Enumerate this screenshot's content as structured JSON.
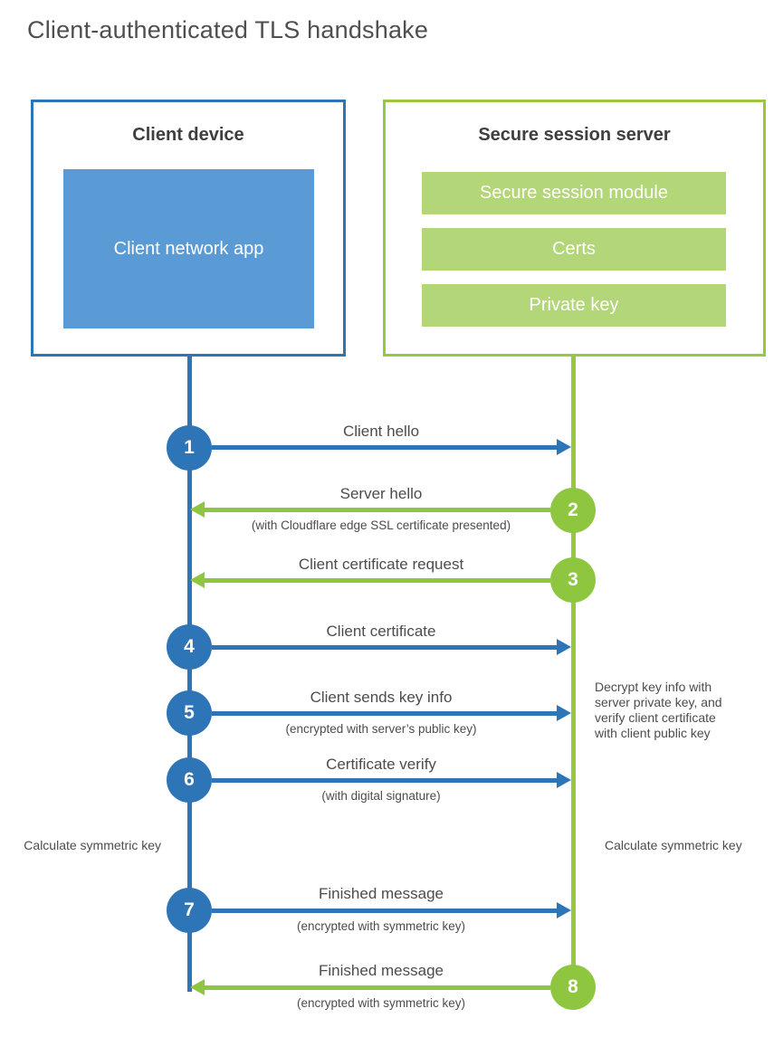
{
  "title": "Client-authenticated TLS handshake",
  "colors": {
    "blue": "#2e75b8",
    "blue_fill": "#5b9bd5",
    "green": "#8fc640",
    "green_fill": "#b2d678",
    "text": "#4b4c4e"
  },
  "client_box": {
    "title": "Client device",
    "app_label": "Client network app"
  },
  "server_box": {
    "title": "Secure session server",
    "modules": [
      "Secure session module",
      "Certs",
      "Private key"
    ]
  },
  "steps": [
    {
      "num": "1",
      "label": "Client hello",
      "sub": "",
      "direction": "client-to-server"
    },
    {
      "num": "2",
      "label": "Server hello",
      "sub": "(with Cloudflare edge SSL certificate presented)",
      "direction": "server-to-client"
    },
    {
      "num": "3",
      "label": "Client certificate request",
      "sub": "",
      "direction": "server-to-client"
    },
    {
      "num": "4",
      "label": "Client certificate",
      "sub": "",
      "direction": "client-to-server"
    },
    {
      "num": "5",
      "label": "Client sends key info",
      "sub": "(encrypted with server’s public key)",
      "direction": "client-to-server"
    },
    {
      "num": "6",
      "label": "Certificate verify",
      "sub": "(with digital signature)",
      "direction": "client-to-server"
    },
    {
      "num": "7",
      "label": "Finished message",
      "sub": "(encrypted with symmetric key)",
      "direction": "client-to-server"
    },
    {
      "num": "8",
      "label": "Finished message",
      "sub": "(encrypted with symmetric key)",
      "direction": "server-to-client"
    }
  ],
  "annotations": {
    "server_process": "Decrypt key info with server private key, and verify client certificate with client public key",
    "calc_left": "Calculate symmetric key",
    "calc_right": "Calculate symmetric key"
  }
}
